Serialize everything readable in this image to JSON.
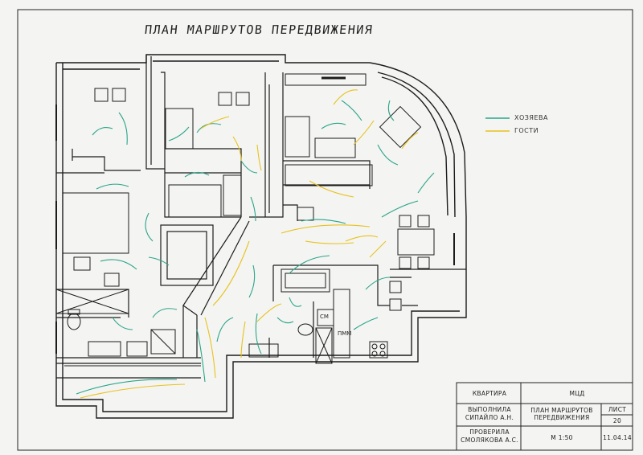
{
  "title": "ПЛАН МАРШРУТОВ ПЕРЕДВИЖЕНИЯ",
  "legend": {
    "items": [
      {
        "label": "ХОЗЯЕВА",
        "color": "#2aa58a"
      },
      {
        "label": "ГОСТИ",
        "color": "#e8c21c"
      }
    ]
  },
  "fixtures": {
    "washer_label": "СМ",
    "dishwasher_label": "ПММ"
  },
  "title_block": {
    "object_label": "КВАРТИРА",
    "org_label": "МЦД",
    "drawing_name": "ПЛАН  МАРШРУТОВ ПЕРЕДВИЖЕНИЯ",
    "sheet_header": "ЛИСТ",
    "sheet_number": "20",
    "performed_by_label": "ВЫПОЛНИЛА",
    "performed_by_name": "СИПАЙЛО А.Н.",
    "checked_by_label": "ПРОВЕРИЛА",
    "checked_by_name": "СМОЛЯКОВА А.С.",
    "scale": "М  1:50",
    "date": "11.04.14"
  },
  "colors": {
    "owners": "#2aa58a",
    "guests": "#e8c21c",
    "ink": "#1c1c1c",
    "paper": "#f4f4f2"
  }
}
